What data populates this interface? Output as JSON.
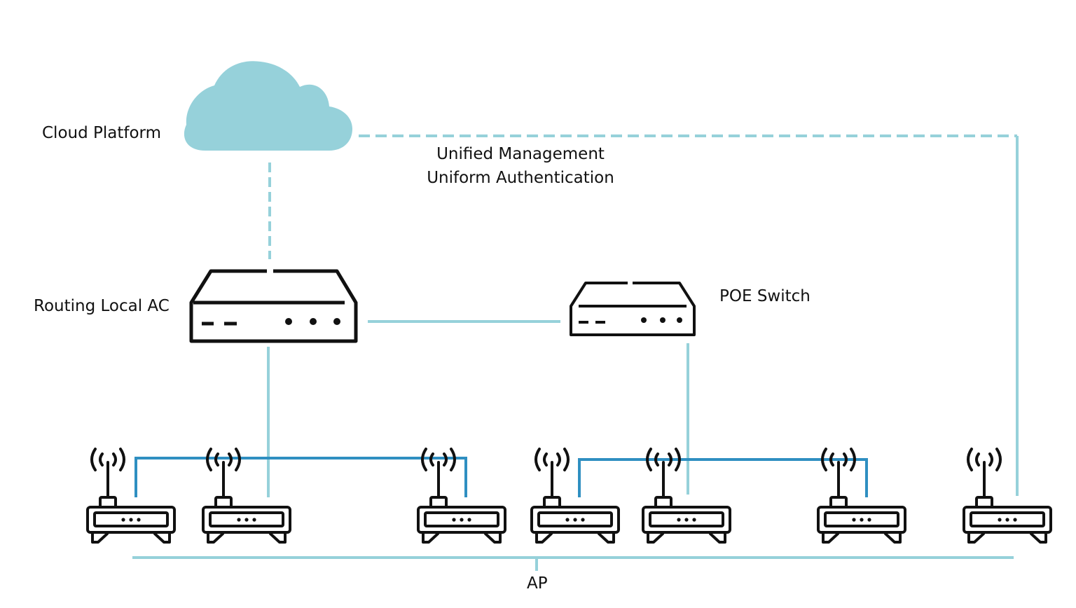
{
  "labels": {
    "cloud": "Cloud Platform",
    "management_line1": "Unified Management",
    "management_line2": "Uniform Authentication",
    "ac": "Routing Local AC",
    "switch": "POE Switch",
    "ap": "AP"
  },
  "icons": {
    "cloud": "cloud-icon",
    "ac": "router-icon",
    "switch": "switch-icon",
    "ap": "access-point-icon"
  },
  "colors": {
    "cloud": "#96d1da",
    "light_link": "#96d1da",
    "dark_link": "#2f8fc1",
    "device_stroke": "#111111"
  },
  "access_points": [
    "ap-1",
    "ap-2",
    "ap-3",
    "ap-4",
    "ap-5",
    "ap-6",
    "ap-7"
  ]
}
